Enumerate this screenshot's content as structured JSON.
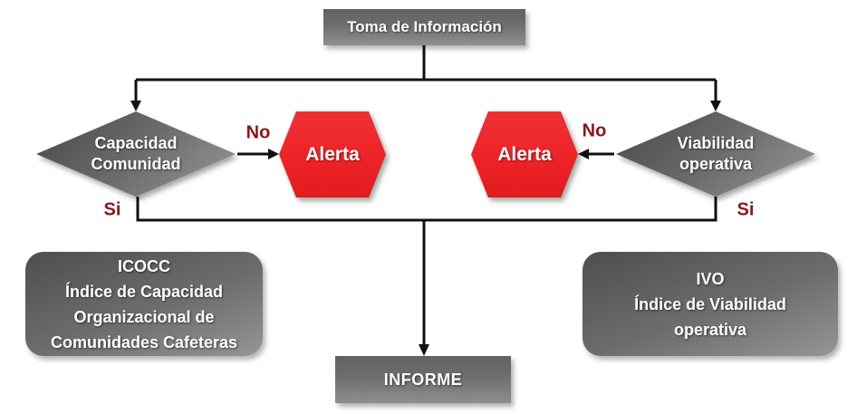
{
  "nodes": {
    "start": {
      "label": "Toma de Información"
    },
    "decision_left": {
      "lines": [
        "Capacidad",
        "Comunidad"
      ]
    },
    "decision_right": {
      "lines": [
        "Viabilidad",
        "operativa"
      ]
    },
    "alert_left": {
      "label": "Alerta"
    },
    "alert_right": {
      "label": "Alerta"
    },
    "result_left": {
      "lines": [
        "ICOCC",
        "Índice de Capacidad",
        "Organizacional de",
        "Comunidades Cafeteras"
      ]
    },
    "result_right": {
      "lines": [
        "IVO",
        "Índice de Viabilidad",
        "operativa"
      ]
    },
    "report": {
      "label": "INFORME"
    }
  },
  "edge_labels": {
    "no_left": "No",
    "no_right": "No",
    "si_left": "Si",
    "si_right": "Si"
  },
  "colors": {
    "shape_gray_dark": "#4c4c4c",
    "shape_gray_light": "#959595",
    "alert_red": "#ED2225",
    "edge_label_maroon": "#8B1518",
    "connector_black": "#111111",
    "text_white": "#ffffff",
    "background": "#ffffff"
  }
}
